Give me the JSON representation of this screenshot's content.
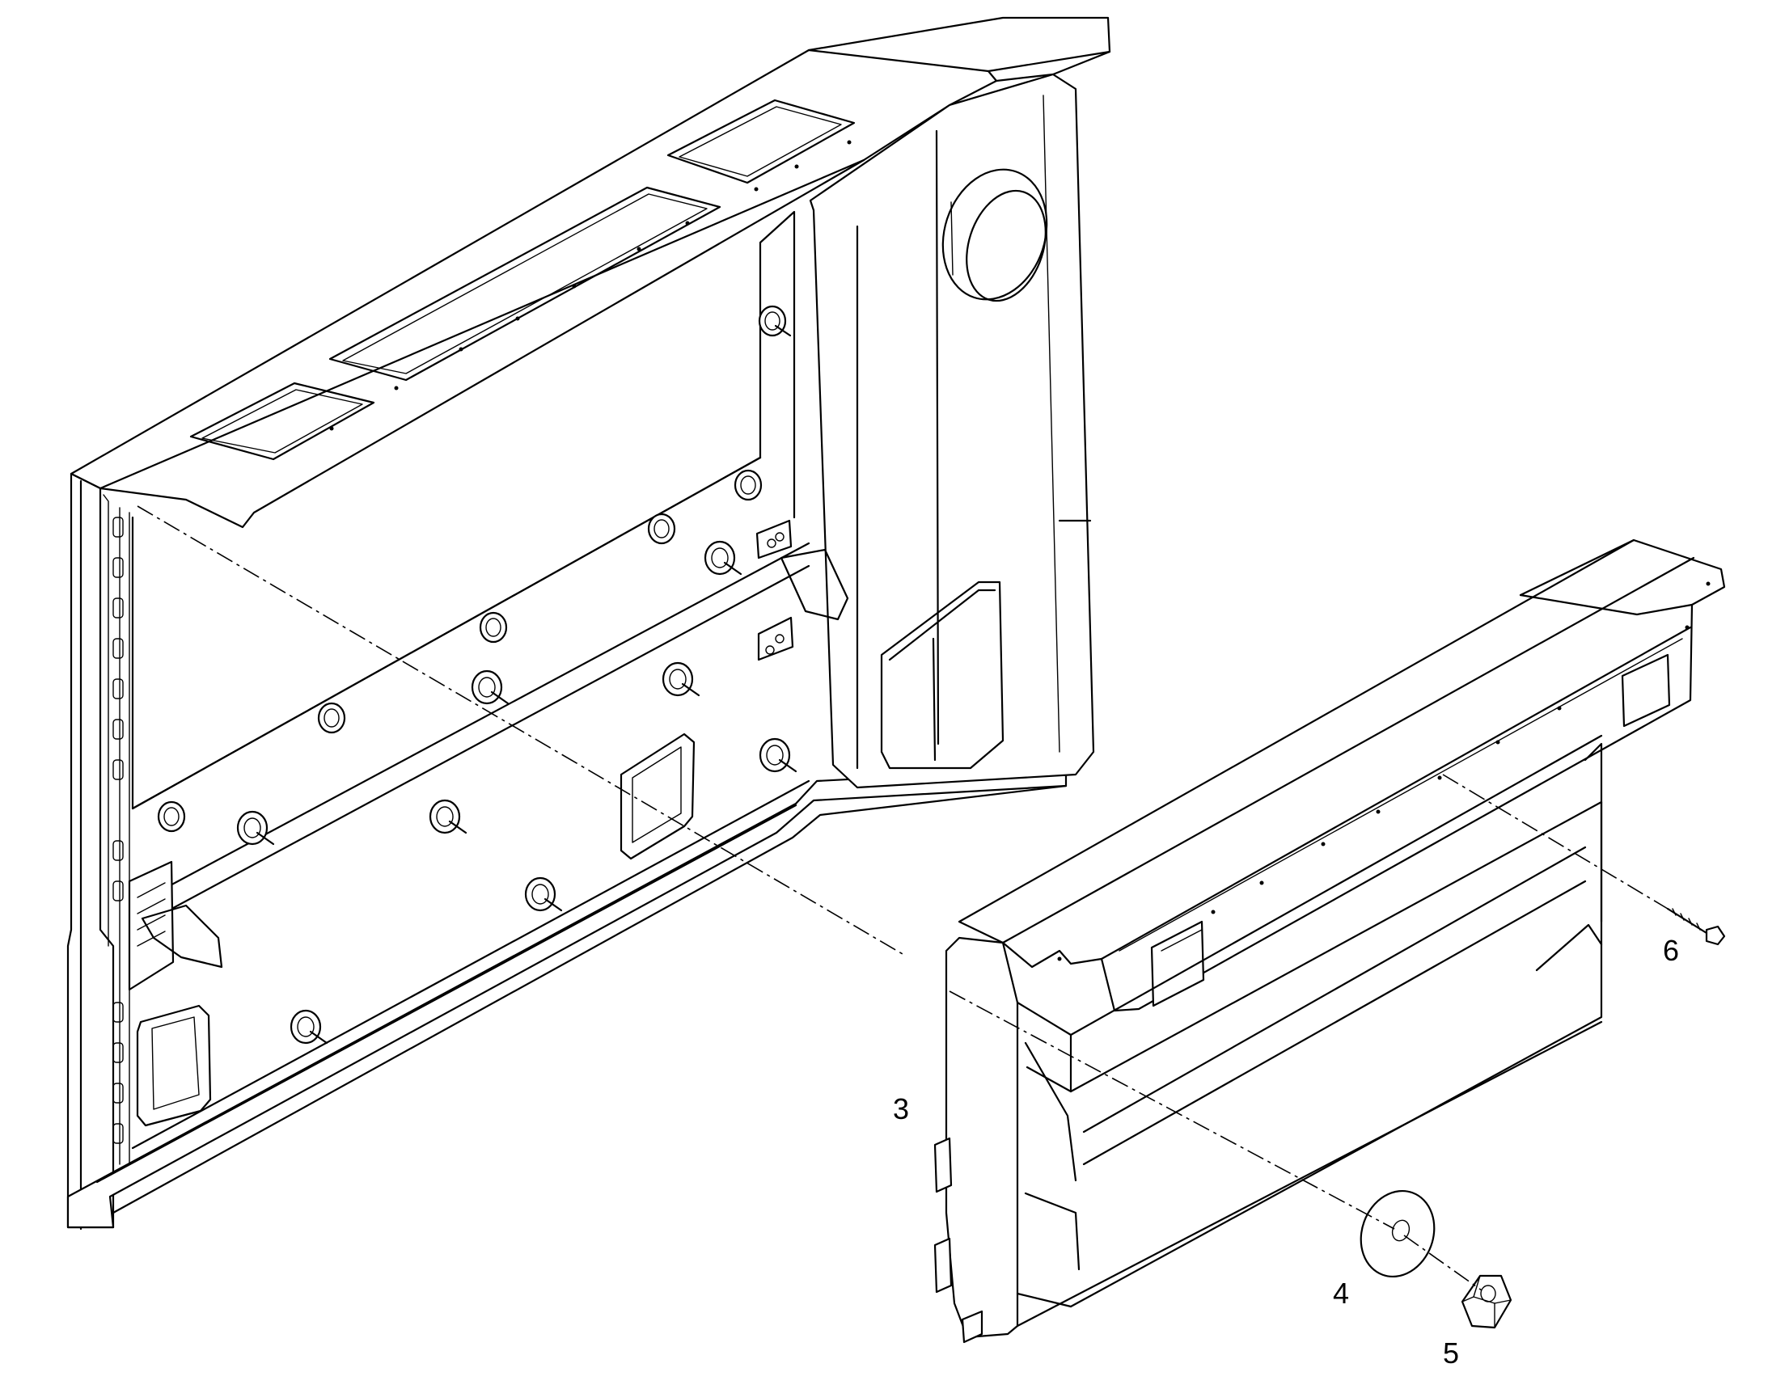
{
  "diagram": {
    "callouts": [
      {
        "id": "callout-3",
        "label": "3",
        "part": "rear-panel-assembly"
      },
      {
        "id": "callout-4",
        "label": "4",
        "part": "washer"
      },
      {
        "id": "callout-5",
        "label": "5",
        "part": "hex-nut"
      },
      {
        "id": "callout-6",
        "label": "6",
        "part": "bolt"
      }
    ]
  }
}
